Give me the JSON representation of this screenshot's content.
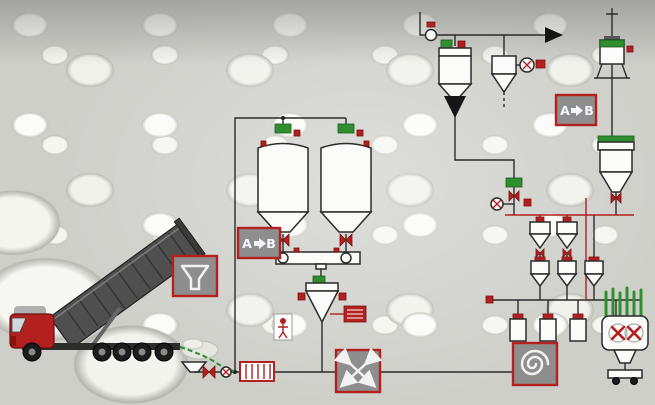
{
  "colors": {
    "accent_red": "#b22020",
    "dark_red": "#7c1010",
    "component_green": "#2f8f2f",
    "dark_green": "#1c5c1c",
    "line_dark": "#2b2b2b",
    "badge_gray": "#8e8e8e",
    "vessel_white": "#fbfbfa"
  },
  "badges": {
    "route_left": {
      "from": "A",
      "to": "B",
      "arrow_icon": "arrow-right-icon"
    },
    "route_right": {
      "from": "A",
      "to": "B",
      "arrow_icon": "arrow-right-icon"
    }
  },
  "icon_boxes": {
    "intake": "funnel-icon",
    "mixing": "crossed-arrows-icon",
    "screw": "spiral-icon"
  }
}
